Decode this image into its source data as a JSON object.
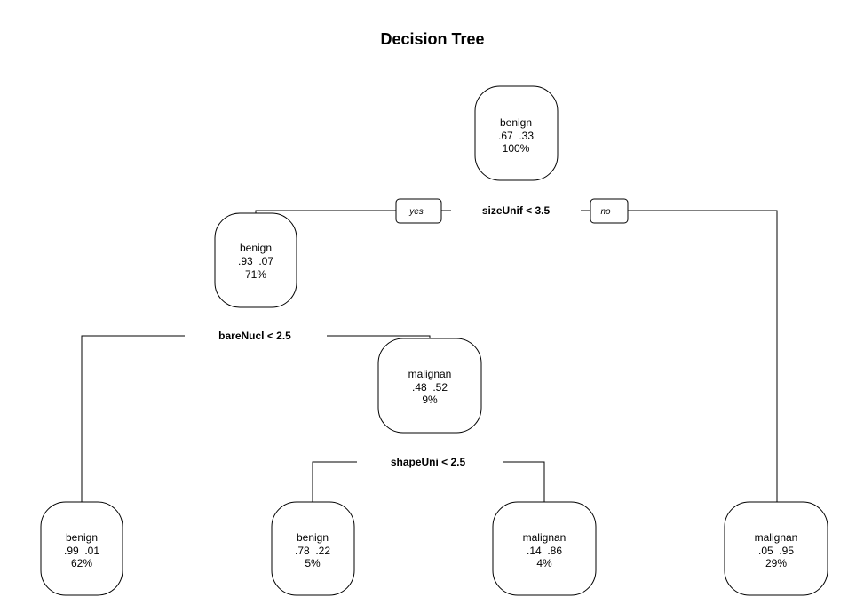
{
  "title": "Decision Tree",
  "branch_labels": {
    "yes": "yes",
    "no": "no"
  },
  "nodes": [
    {
      "id": "root",
      "class": "benign",
      "probs": ".67  .33",
      "pct": "100%",
      "split": "sizeUnif < 3.5"
    },
    {
      "id": "left",
      "class": "benign",
      "probs": ".93  .07",
      "pct": "71%",
      "split": "bareNucl < 2.5"
    },
    {
      "id": "left-right",
      "class": "malignan",
      "probs": ".48  .52",
      "pct": "9%",
      "split": "shapeUni < 2.5"
    },
    {
      "id": "leaf-1",
      "class": "benign",
      "probs": ".99  .01",
      "pct": "62%"
    },
    {
      "id": "leaf-2",
      "class": "benign",
      "probs": ".78  .22",
      "pct": "5%"
    },
    {
      "id": "leaf-3",
      "class": "malignan",
      "probs": ".14  .86",
      "pct": "4%"
    },
    {
      "id": "leaf-4",
      "class": "malignan",
      "probs": ".05  .95",
      "pct": "29%"
    }
  ]
}
